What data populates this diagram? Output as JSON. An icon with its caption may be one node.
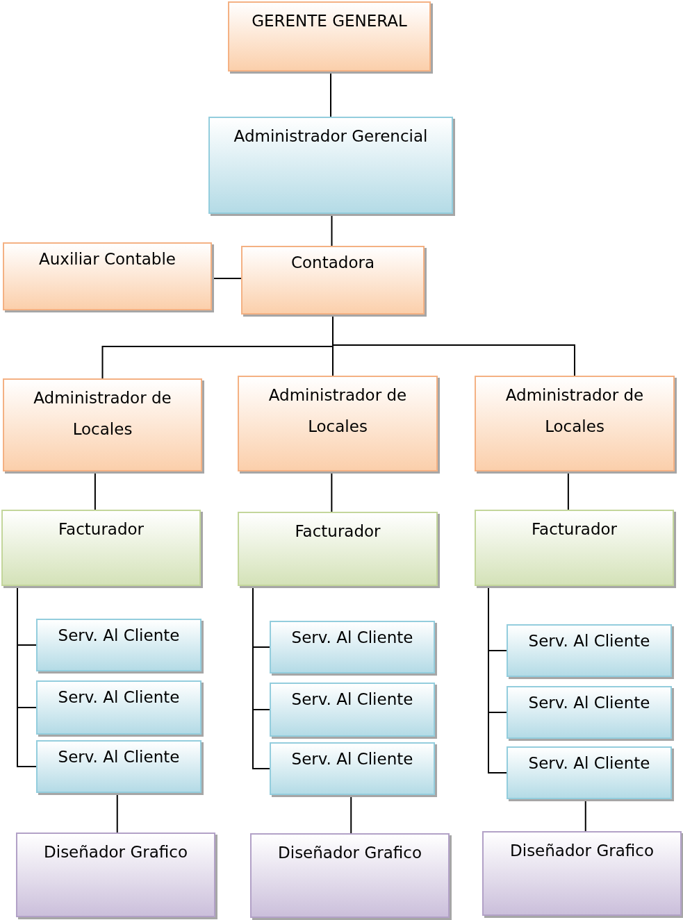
{
  "diagram": {
    "nodes": [
      {
        "text": [
          "GERENTE GENERAL"
        ]
      },
      {
        "text": [
          "Administrador Gerencial"
        ]
      },
      {
        "text": [
          "Auxiliar Contable"
        ]
      },
      {
        "text": [
          "Contadora"
        ]
      },
      {
        "text": [
          "Administrador de Locales"
        ]
      },
      {
        "text": [
          "Administrador de Locales"
        ]
      },
      {
        "text": [
          "Administrador de Locales"
        ]
      },
      {
        "text": [
          "Facturador"
        ]
      },
      {
        "text": [
          "Facturador"
        ]
      },
      {
        "text": [
          "Facturador"
        ]
      },
      {
        "text": [
          "Serv. Al Cliente"
        ]
      },
      {
        "text": [
          "Serv. Al Cliente"
        ]
      },
      {
        "text": [
          "Serv. Al Cliente"
        ]
      },
      {
        "text": [
          "Serv. Al Cliente"
        ]
      },
      {
        "text": [
          "Serv. Al Cliente"
        ]
      },
      {
        "text": [
          "Serv. Al Cliente"
        ]
      },
      {
        "text": [
          "Serv. Al Cliente"
        ]
      },
      {
        "text": [
          "Serv. Al Cliente"
        ]
      },
      {
        "text": [
          "Serv. Al Cliente"
        ]
      },
      {
        "text": [
          "Diseñador Grafico"
        ]
      },
      {
        "text": [
          "Diseñador Grafico"
        ]
      },
      {
        "text": [
          "Diseñador Grafico"
        ]
      }
    ],
    "edges": [
      {
        "from": 0,
        "to": 1,
        "arrow": "none"
      },
      {
        "from": 1,
        "to": 3,
        "arrow": "none"
      },
      {
        "from": 3,
        "to": 2,
        "arrow": "none"
      },
      {
        "from": 3,
        "to": 4,
        "arrow": "none"
      },
      {
        "from": 3,
        "to": 5,
        "arrow": "none"
      },
      {
        "from": 3,
        "to": 6,
        "arrow": "none"
      },
      {
        "from": 4,
        "to": 7,
        "arrow": "none"
      },
      {
        "from": 5,
        "to": 8,
        "arrow": "none"
      },
      {
        "from": 6,
        "to": 9,
        "arrow": "none"
      },
      {
        "from": 7,
        "to": 10,
        "arrow": "none"
      },
      {
        "from": 7,
        "to": 11,
        "arrow": "none"
      },
      {
        "from": 7,
        "to": 12,
        "arrow": "none"
      },
      {
        "from": 8,
        "to": 13,
        "arrow": "none"
      },
      {
        "from": 8,
        "to": 14,
        "arrow": "none"
      },
      {
        "from": 8,
        "to": 15,
        "arrow": "none"
      },
      {
        "from": 9,
        "to": 16,
        "arrow": "none"
      },
      {
        "from": 9,
        "to": 17,
        "arrow": "none"
      },
      {
        "from": 9,
        "to": 18,
        "arrow": "none"
      },
      {
        "from": 12,
        "to": 19,
        "arrow": "none"
      },
      {
        "from": 15,
        "to": 20,
        "arrow": "none"
      },
      {
        "from": 18,
        "to": 21,
        "arrow": "none"
      }
    ]
  }
}
